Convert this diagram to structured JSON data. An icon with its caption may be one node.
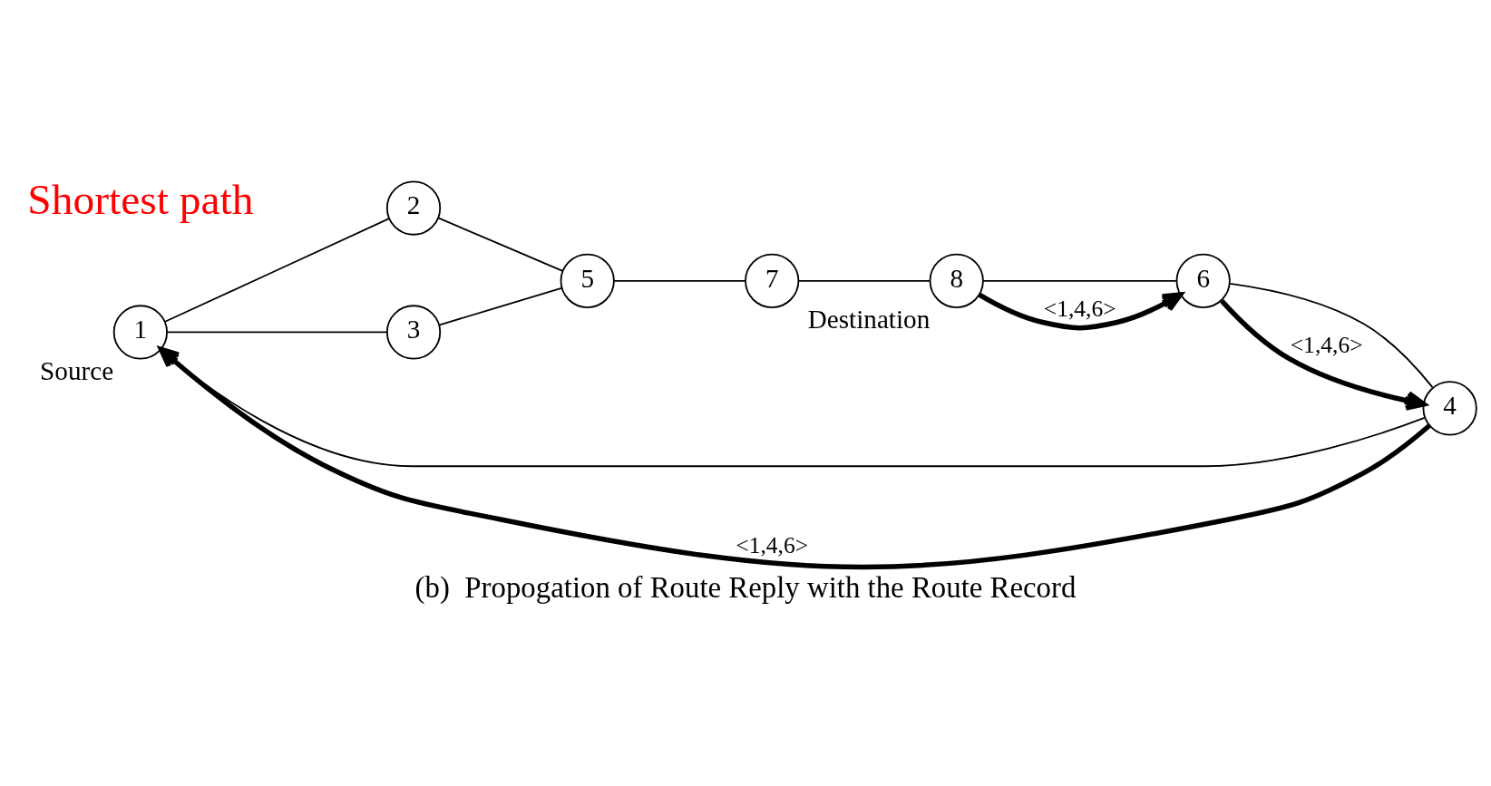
{
  "diagram": {
    "caption": "(b)  Propogation of Route Reply with the Route Record",
    "nodes": [
      {
        "text": [
          "1"
        ],
        "beside": [
          "Source"
        ]
      },
      {
        "text": [
          "2"
        ]
      },
      {
        "text": [
          "3"
        ]
      },
      {
        "text": [
          "4"
        ]
      },
      {
        "text": [
          "5"
        ]
      },
      {
        "text": [
          "6"
        ]
      },
      {
        "text": [
          "7"
        ]
      },
      {
        "text": [
          "8"
        ],
        "beside": [
          "Destination"
        ]
      }
    ],
    "edges": [
      {
        "from": 0,
        "to": 1,
        "arrow": "none"
      },
      {
        "from": 0,
        "to": 2,
        "arrow": "none"
      },
      {
        "from": 0,
        "to": 3,
        "arrow": "none"
      },
      {
        "from": 1,
        "to": 4,
        "arrow": "none"
      },
      {
        "from": 2,
        "to": 4,
        "arrow": "none"
      },
      {
        "from": 4,
        "to": 6,
        "arrow": "none"
      },
      {
        "from": 6,
        "to": 7,
        "arrow": "none"
      },
      {
        "from": 7,
        "to": 5,
        "arrow": "none"
      },
      {
        "from": 5,
        "to": 3,
        "arrow": "none"
      },
      {
        "from": 7,
        "to": 5,
        "arrow": "to",
        "label": "<1,4,6>",
        "style": "thick"
      },
      {
        "from": 5,
        "to": 3,
        "arrow": "to",
        "label": "<1,4,6>",
        "style": "thick"
      },
      {
        "from": 3,
        "to": 0,
        "arrow": "to",
        "label": "<1,4,6>",
        "style": "thick"
      }
    ],
    "labels": [
      "Shortest path"
    ]
  }
}
